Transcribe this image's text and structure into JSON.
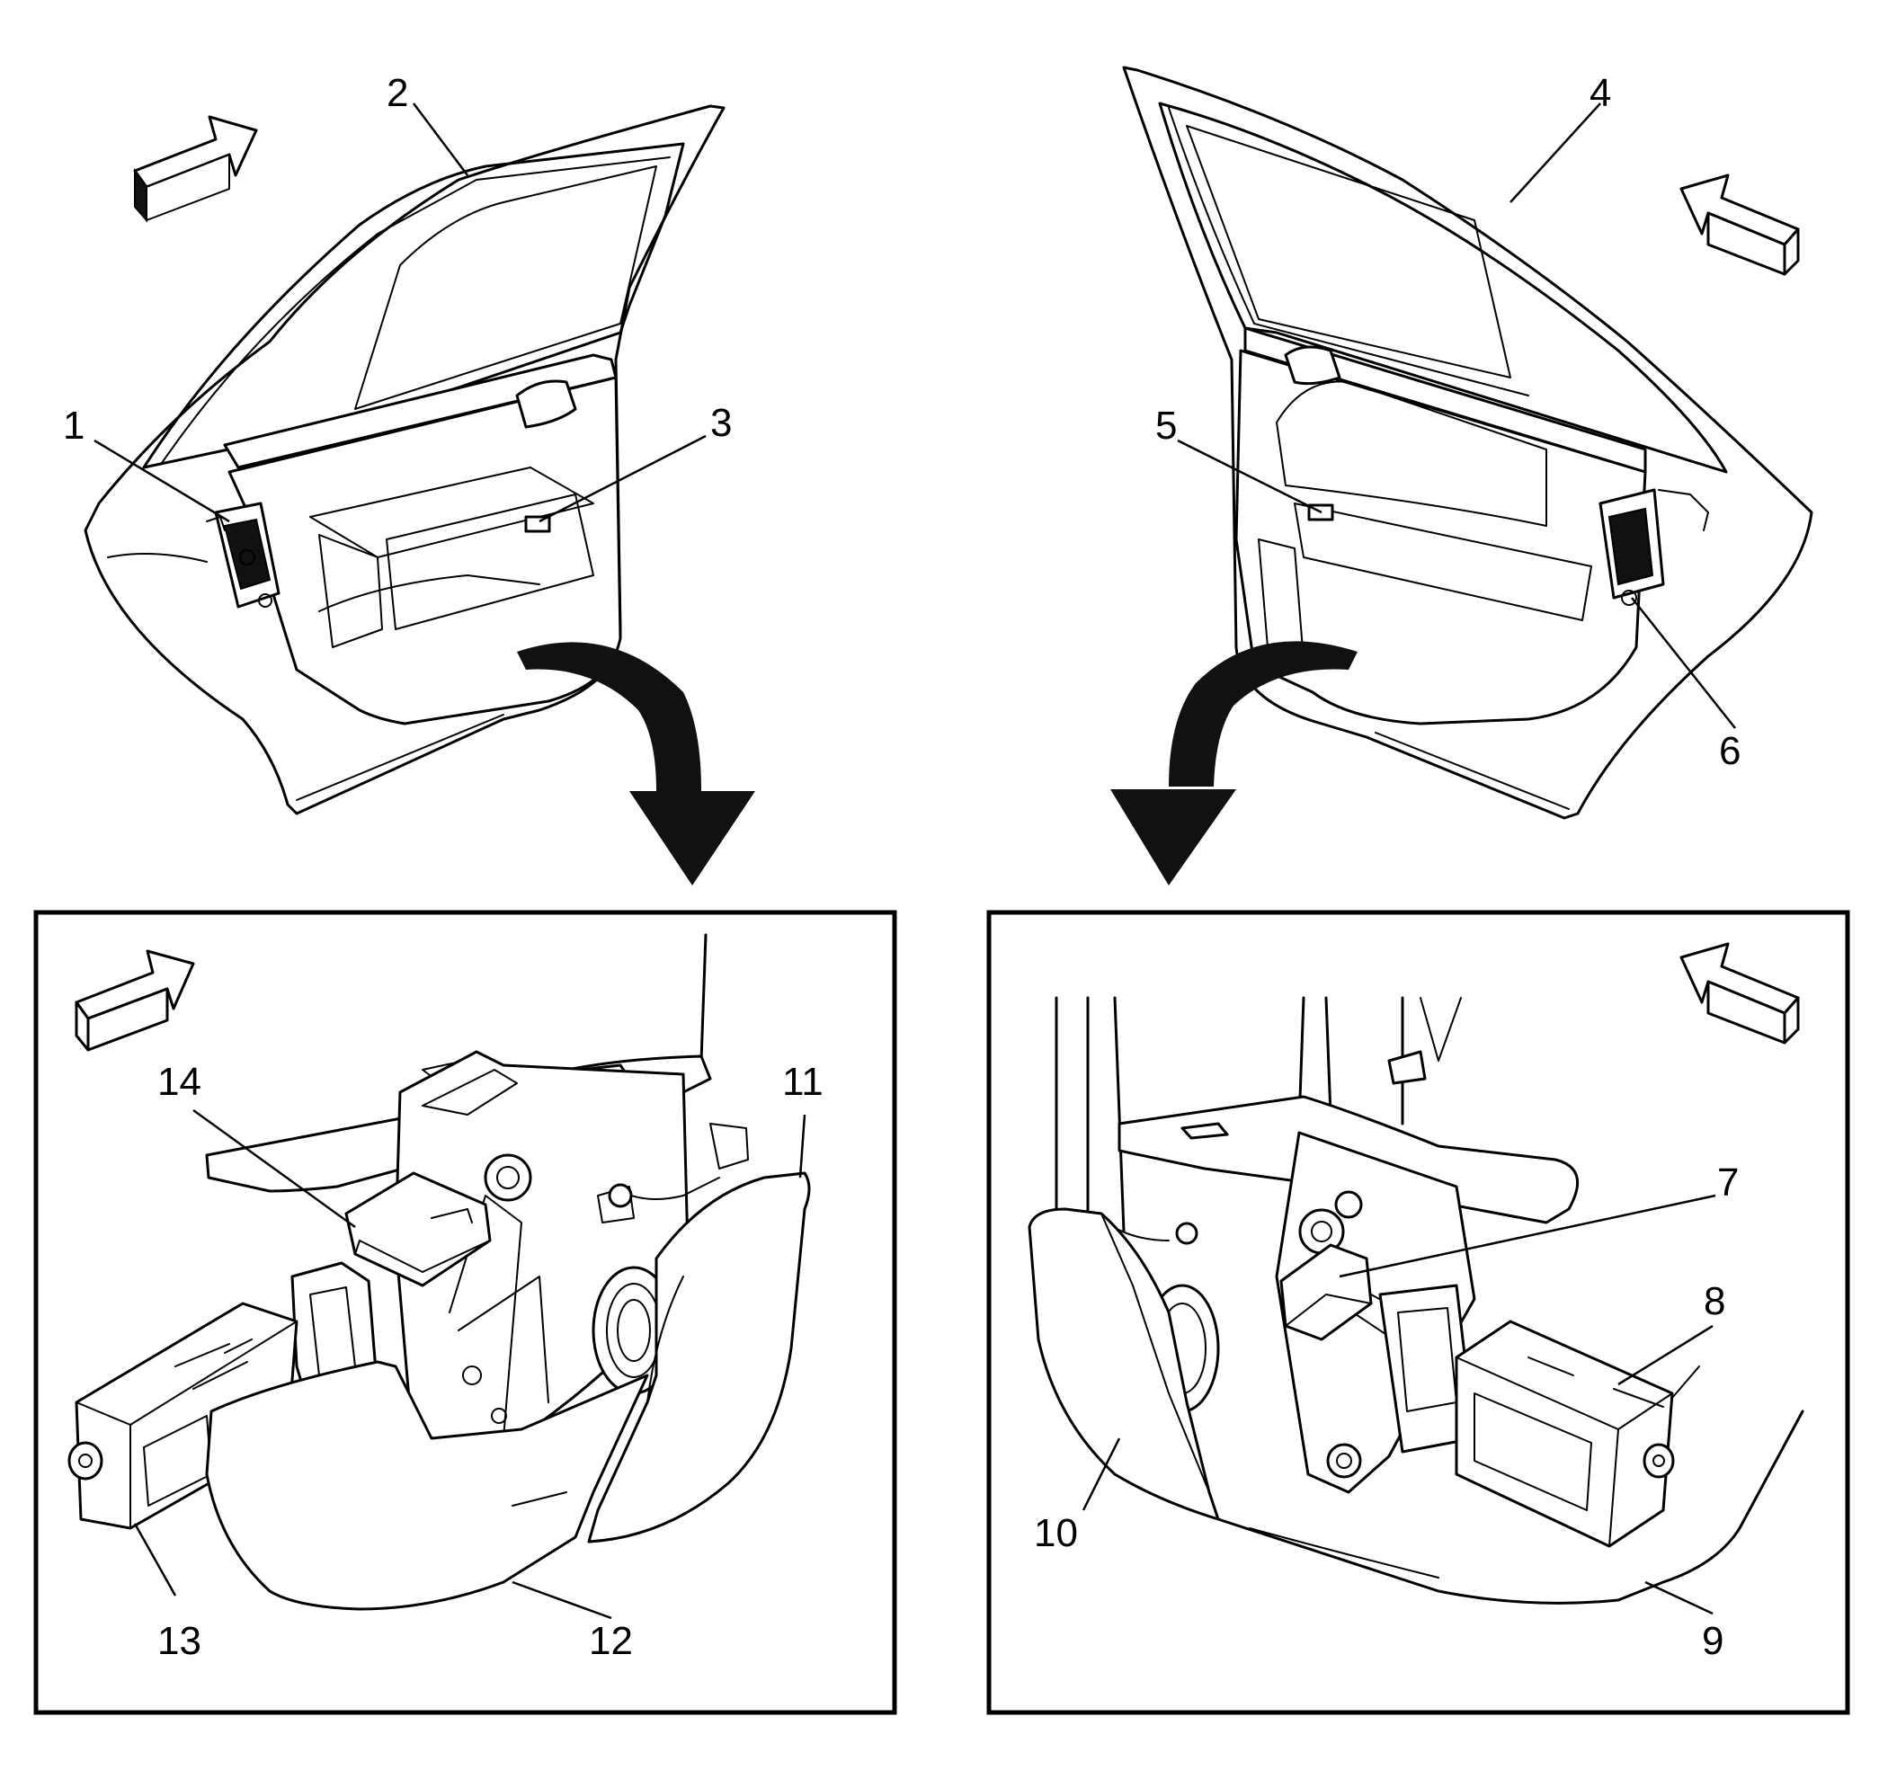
{
  "callouts": {
    "c1": "1",
    "c2": "2",
    "c3": "3",
    "c4": "4",
    "c5": "5",
    "c6": "6",
    "c7": "7",
    "c8": "8",
    "c9": "9",
    "c10": "10",
    "c11": "11",
    "c12": "12",
    "c13": "13",
    "c14": "14"
  },
  "icons": {
    "front_arrow": "forward-direction-arrow-icon",
    "detail_arrow": "detail-view-arrow-icon"
  },
  "colors": {
    "line": "#000000",
    "background": "#ffffff"
  }
}
